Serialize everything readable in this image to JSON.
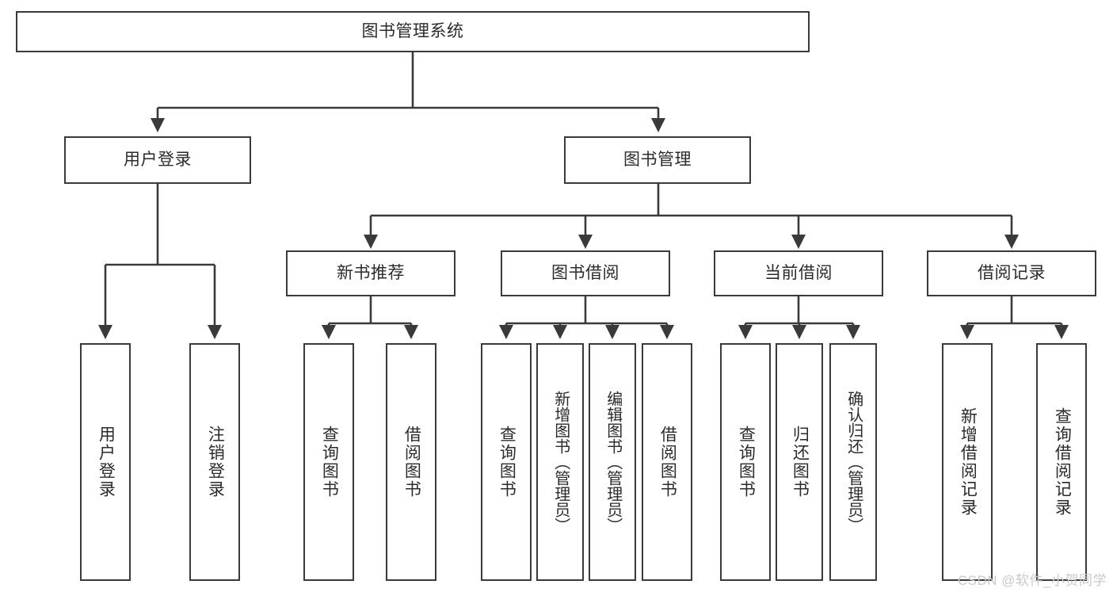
{
  "diagram": {
    "title": "图书管理系统",
    "type": "tree-hierarchy-chart",
    "colors": {
      "stroke": "#3a3a3a",
      "text": "#2b2b2b",
      "background": "#ffffff",
      "watermark": "#c9c9c9"
    },
    "root": {
      "label": "图书管理系统"
    },
    "level2": [
      {
        "label": "用户登录"
      },
      {
        "label": "图书管理"
      }
    ],
    "level3": [
      {
        "label": "新书推荐"
      },
      {
        "label": "图书借阅"
      },
      {
        "label": "当前借阅"
      },
      {
        "label": "借阅记录"
      }
    ],
    "leaves": {
      "user_login": [
        {
          "label": "用户登录"
        },
        {
          "label": "注销登录"
        }
      ],
      "new_book_recommend": [
        {
          "label": "查询图书"
        },
        {
          "label": "借阅图书"
        }
      ],
      "book_borrow": [
        {
          "label": "查询图书"
        },
        {
          "label": "新增图书（管理员）"
        },
        {
          "label": "编辑图书（管理员）"
        },
        {
          "label": "借阅图书"
        }
      ],
      "current_borrow": [
        {
          "label": "查询图书"
        },
        {
          "label": "归还图书"
        },
        {
          "label": "确认归还（管理员）"
        }
      ],
      "borrow_record": [
        {
          "label": "新增借阅记录"
        },
        {
          "label": "查询借阅记录"
        }
      ]
    }
  },
  "watermark": {
    "text": "CSDN @软件_小贺同学"
  }
}
